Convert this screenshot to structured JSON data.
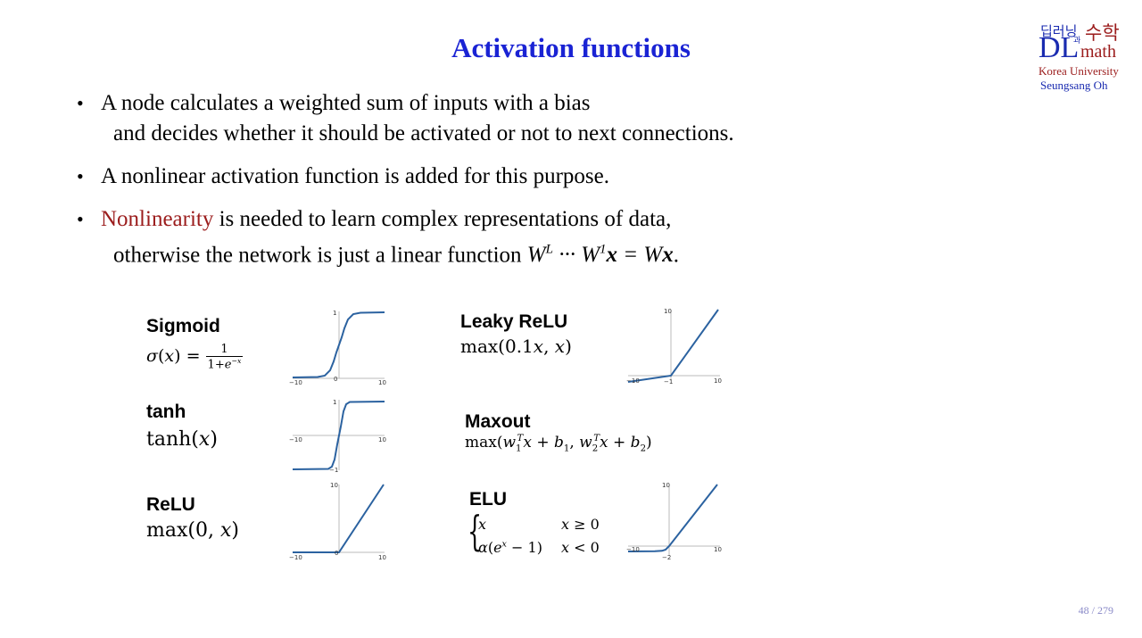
{
  "title": "Activation functions",
  "logo": {
    "kor_left": "딥러닝",
    "kor_mid": "과",
    "kor_right": "수학",
    "dl": "DL",
    "math": "math",
    "university": "Korea University",
    "author": "Seungsang Oh"
  },
  "bullets": [
    {
      "line1": "A node calculates a weighted sum of inputs with a bias",
      "line2": "and decides whether it should be activated or not to next connections."
    },
    {
      "line1": "A nonlinear activation function is added for this purpose."
    },
    {
      "highlight": "Nonlinearity",
      "line1_rest": " is needed to learn complex representations of data,",
      "line2_prefix": "otherwise the network is just a linear function "
    }
  ],
  "functions": {
    "sigmoid": {
      "name": "Sigmoid",
      "ticks": {
        "x_min": "−10",
        "x_mid": "0",
        "x_max": "10",
        "y_top": "1"
      }
    },
    "tanh": {
      "name": "tanh",
      "ticks": {
        "x_min": "−10",
        "x_max": "10",
        "y_top": "1",
        "y_bottom": "−1"
      }
    },
    "relu": {
      "name": "ReLU",
      "ticks": {
        "x_min": "−10",
        "x_mid": "0",
        "x_max": "10",
        "y_top": "10"
      }
    },
    "leaky_relu": {
      "name": "Leaky ReLU",
      "ticks": {
        "x_min": "−10",
        "x_mid": "−1",
        "x_max": "10",
        "y_top": "10"
      }
    },
    "maxout": {
      "name": "Maxout"
    },
    "elu": {
      "name": "ELU",
      "ticks": {
        "x_min": "−10",
        "x_mid": "−2",
        "x_max": "10",
        "y_top": "10"
      }
    }
  },
  "page": {
    "current": "48",
    "separator": "/",
    "total": "279"
  },
  "colors": {
    "title": "#1a23d4",
    "highlight": "#9b1c1c",
    "curve": "#2b62a0"
  }
}
